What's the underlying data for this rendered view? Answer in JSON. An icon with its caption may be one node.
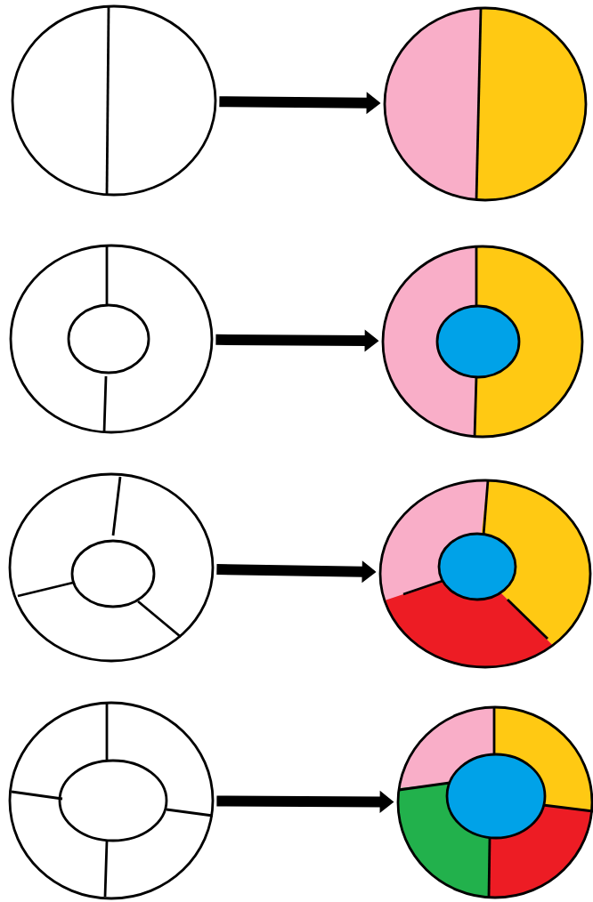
{
  "diagram": {
    "nodes": [
      {
        "text": [],
        "shape": "circle"
      },
      {
        "text": [],
        "shape": "circle"
      },
      {
        "text": [],
        "shape": "circle"
      },
      {
        "text": [],
        "shape": "circle"
      },
      {
        "text": [],
        "shape": "circle"
      },
      {
        "text": [],
        "shape": "circle"
      },
      {
        "text": [],
        "shape": "circle"
      },
      {
        "text": [],
        "shape": "circle"
      }
    ],
    "edges": [
      {
        "from": 0,
        "to": 1,
        "arrow": "to"
      },
      {
        "from": 2,
        "to": 3,
        "arrow": "to"
      },
      {
        "from": 4,
        "to": 5,
        "arrow": "to"
      },
      {
        "from": 6,
        "to": 7,
        "arrow": "to"
      }
    ]
  }
}
